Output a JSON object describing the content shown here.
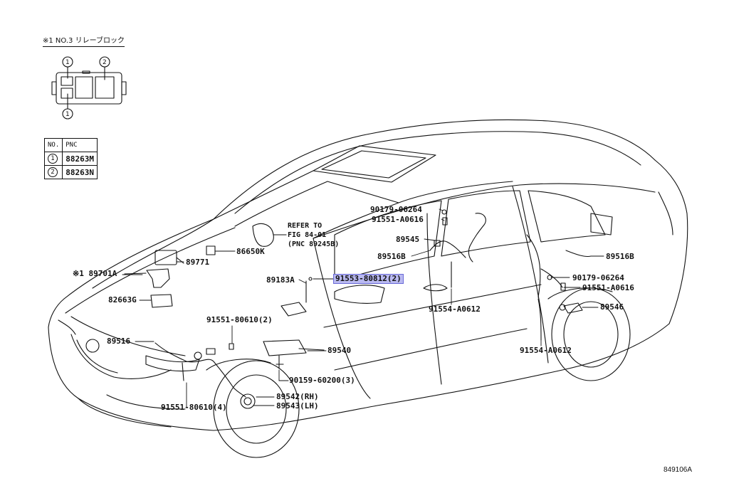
{
  "relay_block": {
    "title": "※1 NO.3 リレーブロック",
    "callouts": [
      "1",
      "2",
      "1"
    ]
  },
  "pnc_table": {
    "headers": [
      "NO.",
      "PNC"
    ],
    "rows": [
      {
        "no": "1",
        "pnc": "88263M"
      },
      {
        "no": "2",
        "pnc": "88263N"
      }
    ]
  },
  "parts": {
    "p89771": "89771",
    "p86650K": "86650K",
    "p89701A": "※1 89701A",
    "p82663G": "82663G",
    "p89183A": "89183A",
    "p91553": "91553-80812(2)",
    "p91551_80610": "91551-80610(2)",
    "p89516_front": "89516",
    "p89540": "89540",
    "p90159": "90159-60200(3)",
    "p89542": "89542(RH)",
    "p89543": "89543(LH)",
    "p91551_80610_4": "91551-80610(4)",
    "p90179_a": "90179-06264",
    "p91551_a0616_a": "91551-A0616",
    "p89545": "89545",
    "p89516B_a": "89516B",
    "p91554_a": "91554-A0612",
    "p89516B_b": "89516B",
    "p90179_b": "90179-06264",
    "p91551_a0616_b": "91551-A0616",
    "p89546": "89546",
    "p91554_b": "91554-A0612"
  },
  "refer": {
    "line1": "REFER TO",
    "line2": "FIG 84-01",
    "line3": "(PNC 89245B)"
  },
  "diagram_code": "849106A",
  "highlight_color": "#b9b9f0"
}
